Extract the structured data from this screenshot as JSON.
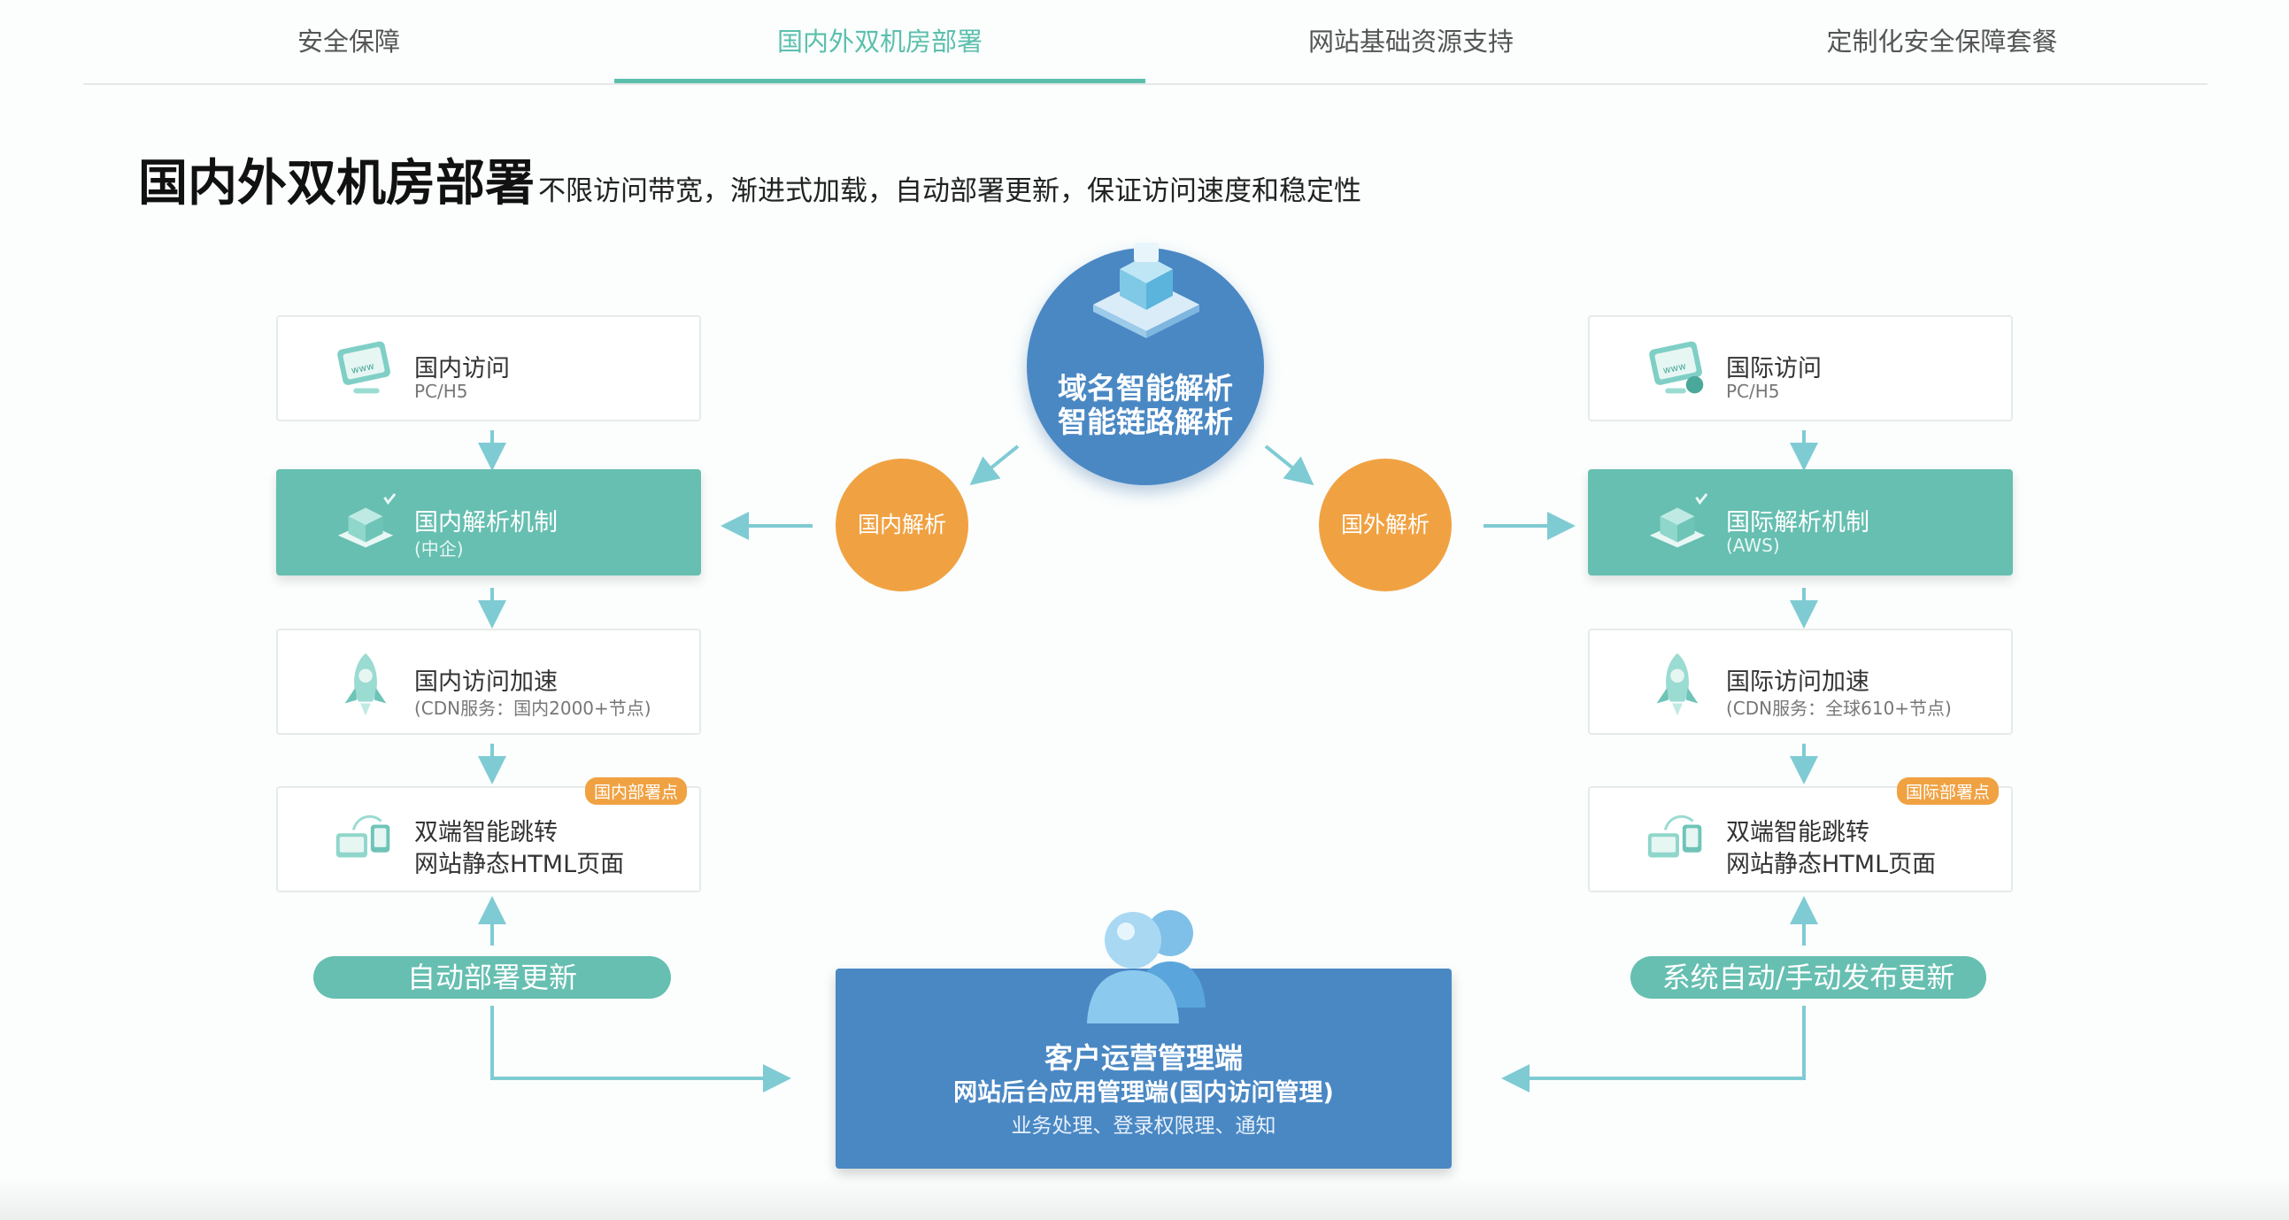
{
  "tabs": [
    {
      "label": "安全保障"
    },
    {
      "label": "国内外双机房部署"
    },
    {
      "label": "网站基础资源支持"
    },
    {
      "label": "定制化安全保障套餐"
    }
  ],
  "heading": {
    "title": "国内外双机房部署",
    "subtitle": "不限访问带宽，渐进式加载，自动部署更新，保证访问速度和稳定性"
  },
  "center": {
    "line1": "域名智能解析",
    "line2": "智能链路解析",
    "left_node": "国内解析",
    "right_node": "国外解析"
  },
  "left": {
    "access": {
      "title": "国内访问",
      "sub": "PC/H5"
    },
    "resolve": {
      "title": "国内解析机制",
      "sub": "(中企)"
    },
    "cdn": {
      "title": "国内访问加速",
      "sub": "(CDN服务：国内2000+节点)"
    },
    "page": {
      "line1": "双端智能跳转",
      "line2": "网站静态HTML页面",
      "badge": "国内部署点"
    },
    "pill": "自动部署更新"
  },
  "right": {
    "access": {
      "title": "国际访问",
      "sub": "PC/H5"
    },
    "resolve": {
      "title": "国际解析机制",
      "sub": "(AWS)"
    },
    "cdn": {
      "title": "国际访问加速",
      "sub": "(CDN服务：全球610+节点)"
    },
    "page": {
      "line1": "双端智能跳转",
      "line2": "网站静态HTML页面",
      "badge": "国际部署点"
    },
    "pill": "系统自动/手动发布更新"
  },
  "mgmt": {
    "line1": "客户运营管理端",
    "line2": "网站后台应用管理端(国内访问管理)",
    "line3": "业务处理、登录权限理、通知"
  },
  "colors": {
    "teal": "#66bfb1",
    "orange": "#f0a243",
    "blue": "#4a88c4"
  },
  "icons": [
    "monitor-www-icon",
    "server-cube-icon",
    "rocket-icon",
    "devices-icon",
    "dns-server-icon",
    "users-icon"
  ]
}
